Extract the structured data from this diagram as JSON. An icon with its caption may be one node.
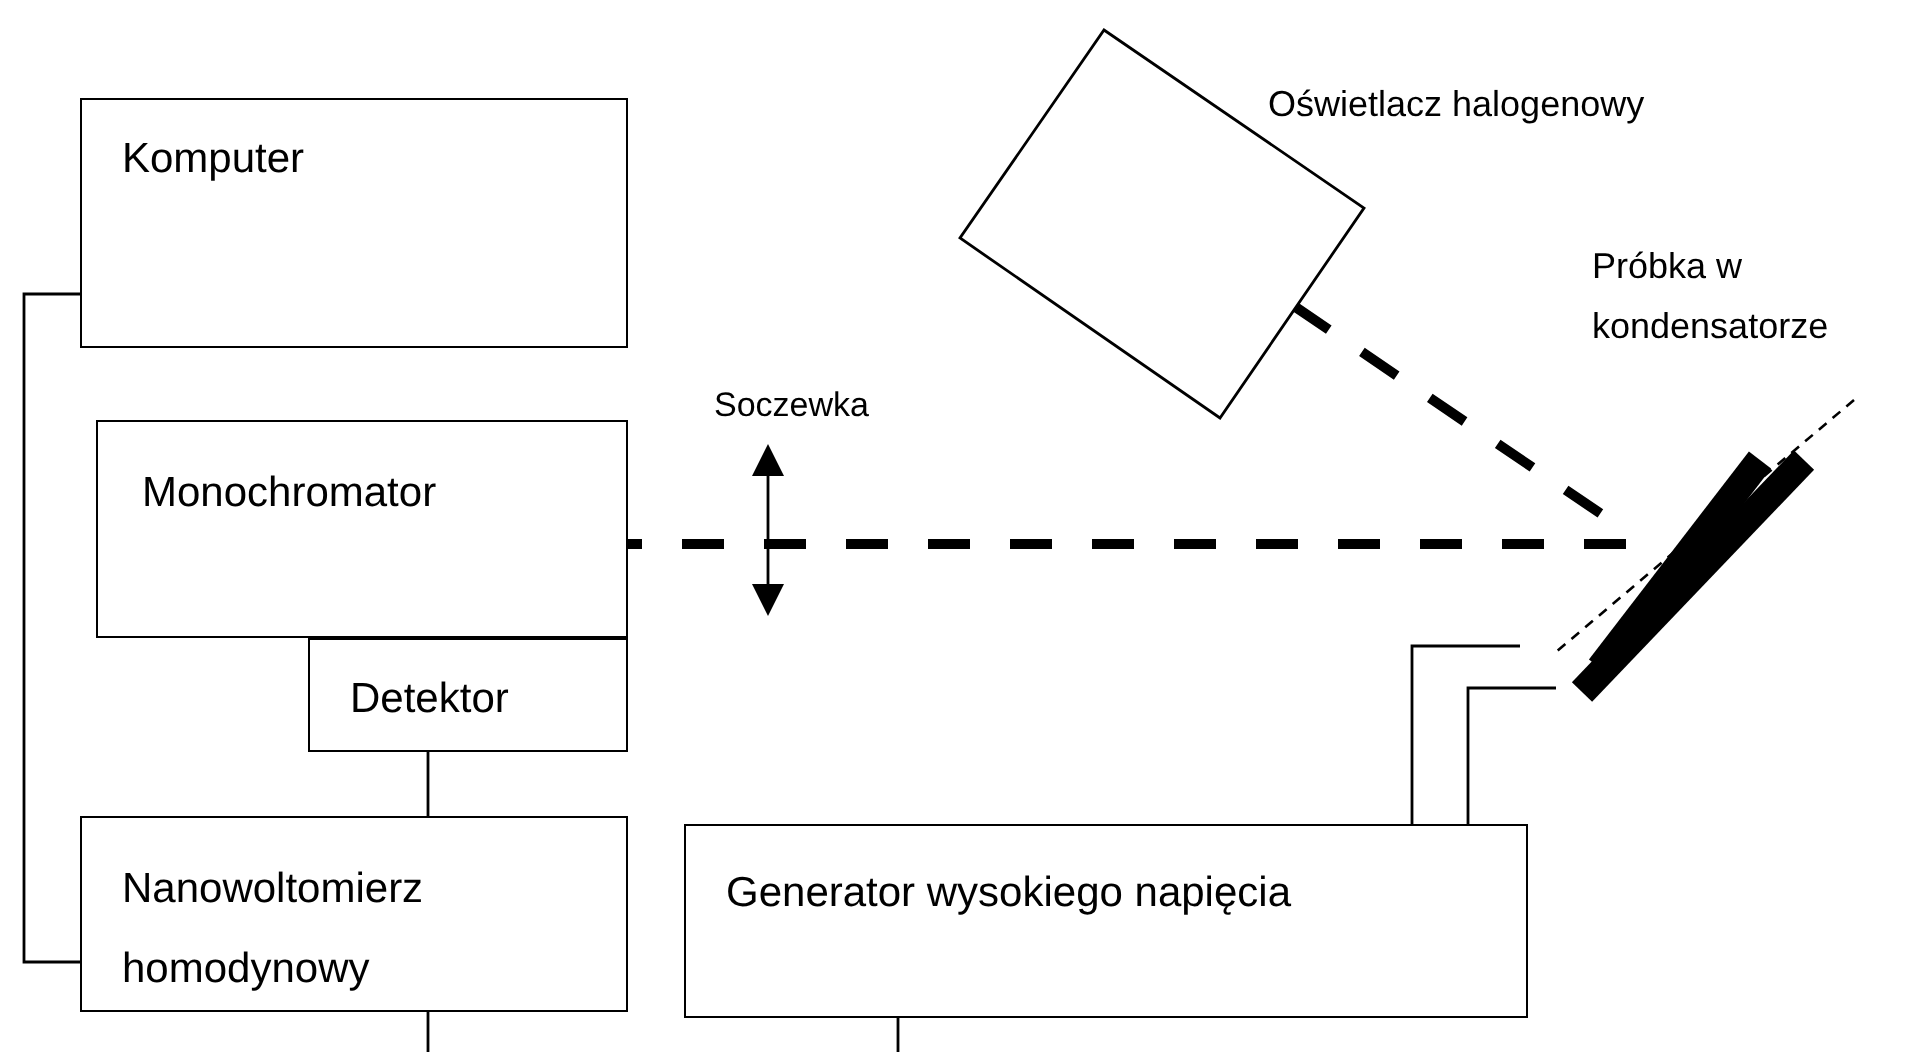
{
  "diagram": {
    "nodes": [
      {
        "text": [
          "Komputer"
        ]
      },
      {
        "text": [
          "Monochromator"
        ]
      },
      {
        "text": [
          "Detektor"
        ]
      },
      {
        "text": [
          "Nanowoltomierz homodynowy"
        ]
      },
      {
        "text": [
          "Oświetlacz halogenowy"
        ]
      },
      {
        "text": [
          "Próbka w kondensatorze"
        ]
      },
      {
        "text": [
          "Generator wysokiego napięcia"
        ]
      }
    ],
    "edges": [
      {
        "from": 0,
        "to": 3,
        "arrow": "none"
      },
      {
        "from": 2,
        "to": 3,
        "arrow": "none"
      },
      {
        "from": 5,
        "to": 1,
        "arrow": "none",
        "style": "dashed"
      },
      {
        "from": 4,
        "to": 5,
        "arrow": "none",
        "style": "dashed"
      },
      {
        "from": 6,
        "to": 5,
        "arrow": "none"
      },
      {
        "from": 6,
        "to": 5,
        "arrow": "none"
      },
      {
        "from": 3,
        "to": null,
        "arrow": "none"
      },
      {
        "from": 6,
        "to": null,
        "arrow": "none"
      }
    ],
    "labels": [
      "Soczewka"
    ]
  }
}
